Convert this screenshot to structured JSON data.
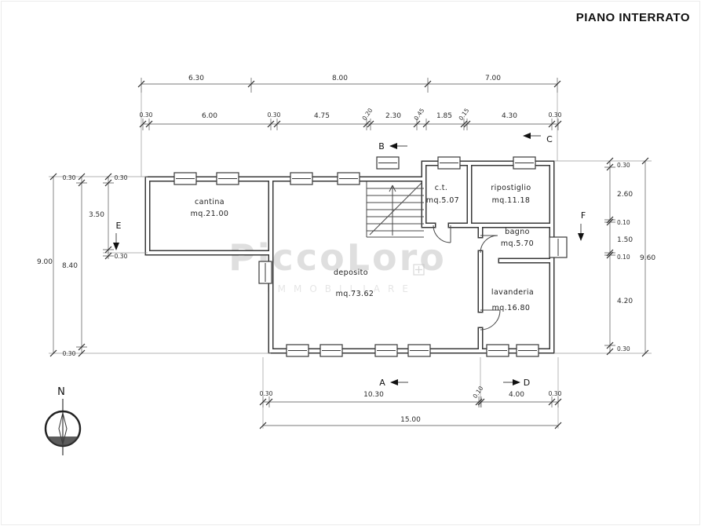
{
  "title": "PIANO INTERRATO",
  "watermark": {
    "main": "PiccoLoro",
    "sub": "IMMOBILIARE"
  },
  "compass": {
    "label": "N"
  },
  "rooms": {
    "cantina": {
      "name": "cantina",
      "area": "mq.21.00"
    },
    "deposito": {
      "name": "deposito",
      "area": "mq.73.62"
    },
    "ct": {
      "name": "c.t.",
      "area": "mq.5.07"
    },
    "ripostiglio": {
      "name": "ripostiglio",
      "area": "mq.11.18"
    },
    "bagno": {
      "name": "bagno",
      "area": "mq.5.70"
    },
    "lavanderia": {
      "name": "lavanderia",
      "area": "mq.16.80"
    }
  },
  "sections": {
    "a": "A",
    "b": "B",
    "c": "C",
    "d": "D",
    "e": "E",
    "f": "F"
  },
  "dimensions": {
    "top_overall": [
      "6.30",
      "8.00",
      "7.00"
    ],
    "top_detail": [
      "0.30",
      "6.00",
      "0.30",
      "4.75",
      "0.20",
      "2.30",
      "0.45",
      "1.85",
      "0.15",
      "4.30",
      "0.30"
    ],
    "left_overall": "9.00",
    "left_detail": [
      "0.30",
      "8.40",
      "0.30"
    ],
    "left_cantina": [
      "0.30",
      "3.50",
      "0.30"
    ],
    "right_overall": "9.60",
    "right_detail": [
      "0.30",
      "2.60",
      "0.10",
      "1.50",
      "0.10",
      "4.20",
      "0.30"
    ],
    "bottom_detail": [
      "0.30",
      "10.30",
      "0.10",
      "4.00",
      "0.30"
    ],
    "bottom_overall": "15.00"
  }
}
